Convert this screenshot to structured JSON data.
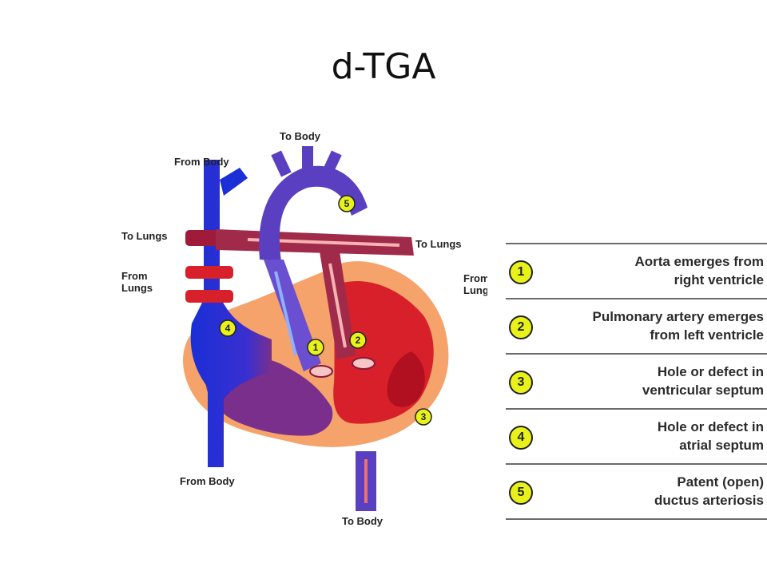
{
  "title": "d-TGA",
  "diagram": {
    "labels": {
      "to_body_top": "To Body",
      "from_body_top": "From Body",
      "to_lungs_left": "To Lungs",
      "from_lungs_left_1": "From",
      "from_lungs_left_2": "Lungs",
      "to_lungs_right": "To Lungs",
      "from_lungs_right_1": "From",
      "from_lungs_right_2": "Lungs",
      "from_body_bottom": "From Body",
      "to_body_bottom": "To Body"
    },
    "markers": [
      "1",
      "2",
      "3",
      "4",
      "5"
    ],
    "colors": {
      "deoxygenated": "#1a2fd6",
      "oxygenated": "#d8202a",
      "mixed": "#7a2f8c",
      "heart_wall": "#f5a26b",
      "marker": "#e8f21a"
    }
  },
  "legend": [
    {
      "number": "1",
      "line1": "Aorta emerges from",
      "line2": "right ventricle"
    },
    {
      "number": "2",
      "line1": "Pulmonary artery emerges",
      "line2": "from left ventricle"
    },
    {
      "number": "3",
      "line1": "Hole or defect in",
      "line2": "ventricular septum"
    },
    {
      "number": "4",
      "line1": "Hole or defect in",
      "line2": "atrial septum"
    },
    {
      "number": "5",
      "line1": "Patent (open)",
      "line2": "ductus arteriosis"
    }
  ]
}
